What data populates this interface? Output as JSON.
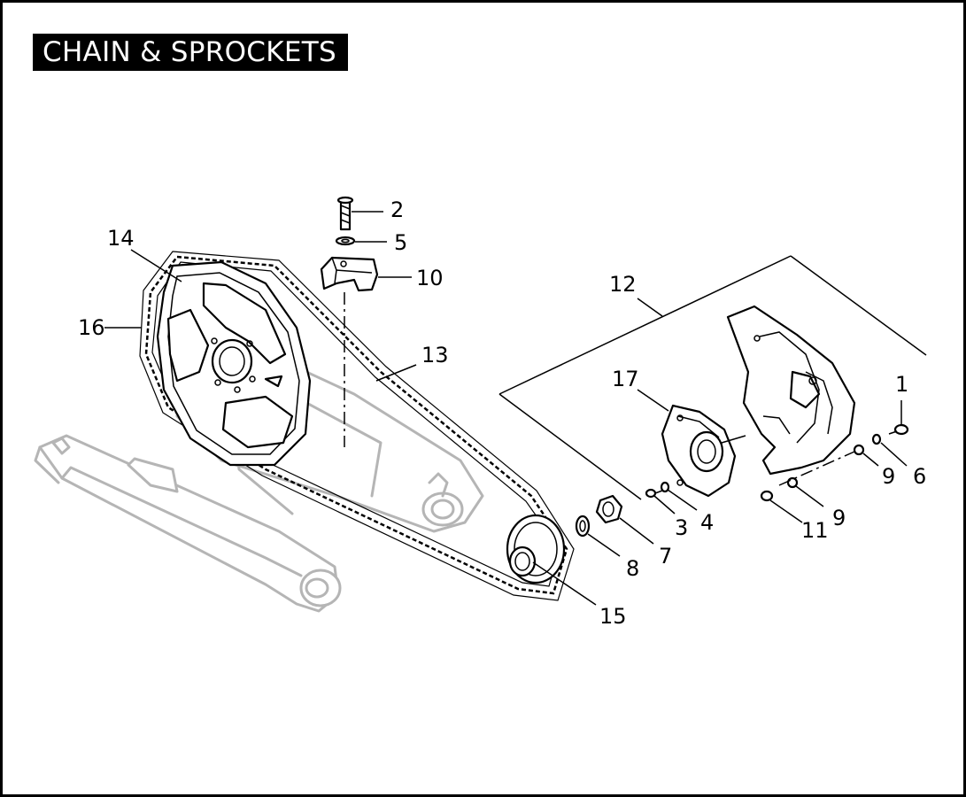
{
  "title": "CHAIN & SPROCKETS",
  "callouts": {
    "c1": "1",
    "c2": "2",
    "c3": "3",
    "c4": "4",
    "c5": "5",
    "c6": "6",
    "c7": "7",
    "c8": "8",
    "c9a": "9",
    "c9b": "9",
    "c10": "10",
    "c11": "11",
    "c12": "12",
    "c13": "13",
    "c14": "14",
    "c15": "15",
    "c16": "16",
    "c17": "17"
  }
}
